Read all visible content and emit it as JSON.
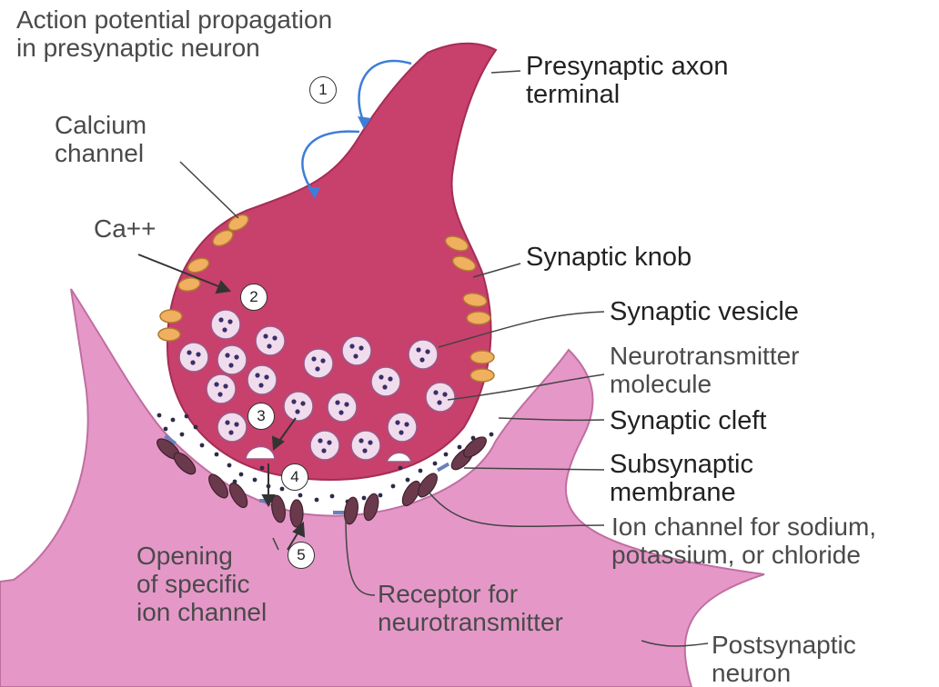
{
  "colors": {
    "presynaptic": "#c8406c",
    "postsynaptic": "#e598c8",
    "channel": "#f0b060",
    "ion_channel": "#6a3a4c",
    "vesicle_fill": "#f0dcec",
    "molecule": "#3a2e6a",
    "arrow_blue": "#3d7ed8",
    "leader": "#444444"
  },
  "labels": {
    "action_potential": "Action potential propagation\nin presynaptic neuron",
    "presynaptic_terminal": "Presynaptic axon\nterminal",
    "calcium_channel": "Calcium\nchannel",
    "ca": "Ca++",
    "synaptic_knob": "Synaptic knob",
    "synaptic_vesicle": "Synaptic vesicle",
    "neurotransmitter_molecule": "Neurotransmitter\nmolecule",
    "synaptic_cleft": "Synaptic cleft",
    "subsynaptic_membrane": "Subsynaptic\nmembrane",
    "ion_channel": "Ion channel for sodium,\npotassium, or chloride",
    "opening": "Opening\nof specific\nion channel",
    "receptor": "Receptor for\nneurotransmitter",
    "postsynaptic": "Postsynaptic\nneuron"
  },
  "steps": [
    "1",
    "2",
    "3",
    "4",
    "5"
  ]
}
